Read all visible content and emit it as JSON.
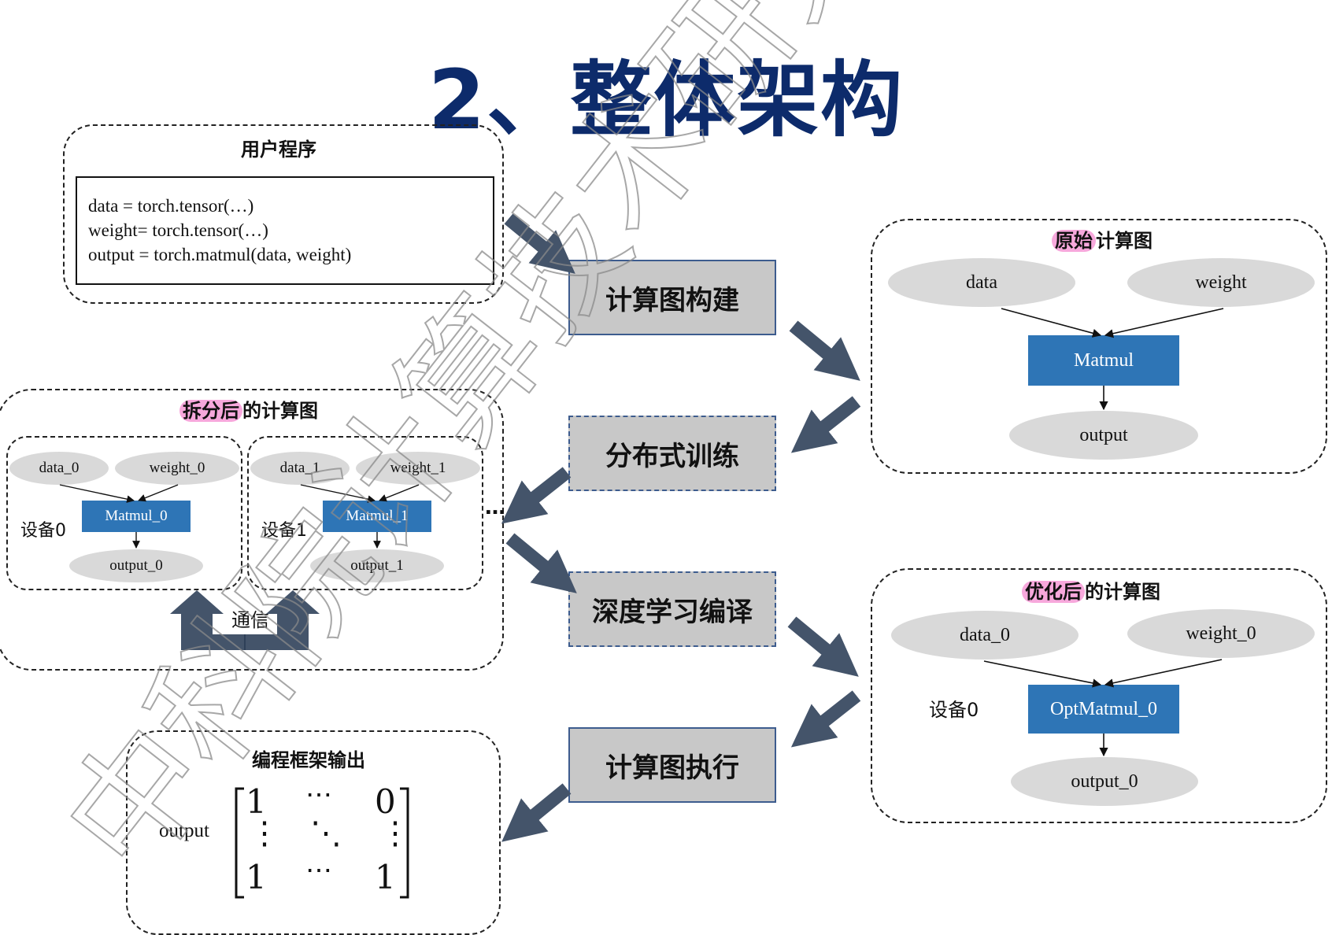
{
  "title": "2、整体架构",
  "user_program": {
    "title": "用户程序",
    "code": [
      "data = torch.tensor(…)",
      "weight= torch.tensor(…)",
      "output = torch.matmul(data, weight)"
    ]
  },
  "steps": {
    "build": "计算图构建",
    "distributed": "分布式训练",
    "compile": "深度学习编译",
    "execute": "计算图执行"
  },
  "original_graph": {
    "title_highlight": "原始",
    "title_rest": "计算图",
    "input_a": "data",
    "input_b": "weight",
    "op": "Matmul",
    "output": "output"
  },
  "split_graph": {
    "title_highlight": "拆分后",
    "title_rest": "的计算图",
    "device0": {
      "label": "设备0",
      "input_a": "data_0",
      "input_b": "weight_0",
      "op": "Matmul_0",
      "output": "output_0"
    },
    "device1": {
      "label": "设备1",
      "input_a": "data_1",
      "input_b": "weight_1",
      "op": "Matmul_1",
      "output": "output_1"
    },
    "ellipsis": "…",
    "comm_label": "通信"
  },
  "optimized_graph": {
    "title_highlight": "优化后",
    "title_rest": "的计算图",
    "device_label": "设备0",
    "input_a": "data_0",
    "input_b": "weight_0",
    "op": "OptMatmul_0",
    "output": "output_0"
  },
  "framework_output": {
    "title": "编程框架输出",
    "label": "output",
    "matrix": {
      "top_left": "1",
      "top_mid": "⋯",
      "top_right": "0",
      "mid_left": "⋮",
      "mid_mid": "⋱",
      "mid_right": "⋮",
      "bot_left": "1",
      "bot_mid": "⋯",
      "bot_right": "1"
    }
  },
  "watermark": "中科院计算技术研究所",
  "colors": {
    "title": "#0d2b6b",
    "arrow": "#44546a",
    "op_box": "#2e75b6",
    "node": "#d9d9d9",
    "step_box": "#c8c8c8",
    "highlight": "#f7a8dc"
  }
}
